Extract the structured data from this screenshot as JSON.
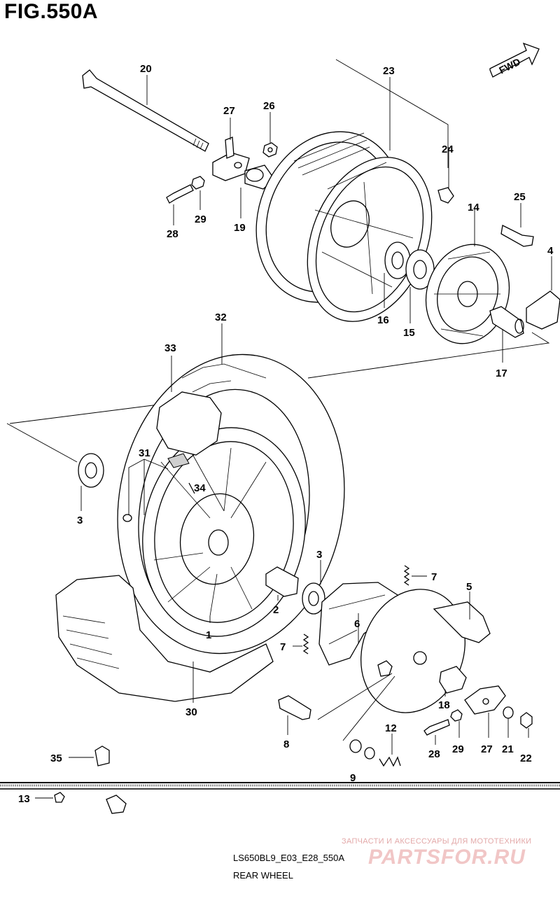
{
  "title": "FIG.550A",
  "fwd_label": "FWD",
  "footer": {
    "model_code": "LS650BL9_E03_E28_550A",
    "name": "REAR WHEEL"
  },
  "watermark": {
    "tagline": "ЗАПЧАСТИ И АКСЕССУАРЫ ДЛЯ МОТОТЕХНИКИ",
    "logo": "PARTSFOR.RU"
  },
  "callouts": [
    "20",
    "27",
    "26",
    "23",
    "24",
    "25",
    "14",
    "4",
    "29",
    "28",
    "19",
    "16",
    "15",
    "17",
    "32",
    "33",
    "31",
    "34",
    "3",
    "3",
    "7",
    "5",
    "6",
    "7",
    "2",
    "1",
    "30",
    "18",
    "8",
    "12",
    "29",
    "27",
    "21",
    "22",
    "28",
    "35",
    "9",
    "13"
  ]
}
